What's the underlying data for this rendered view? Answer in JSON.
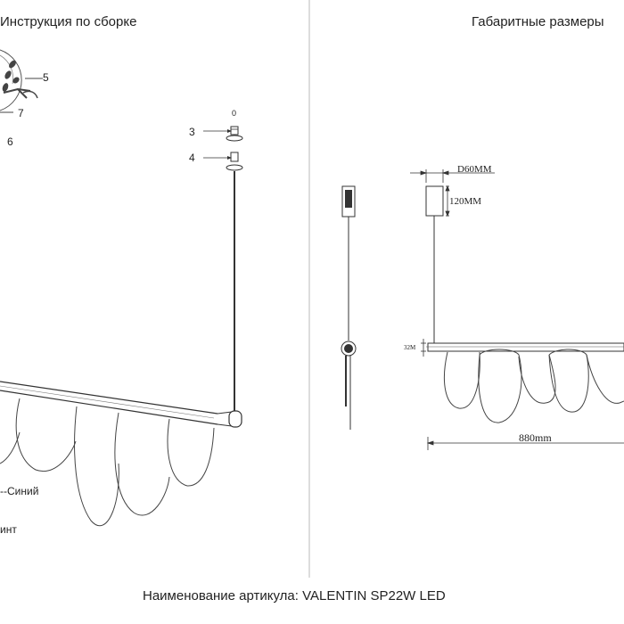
{
  "left_panel": {
    "title": "Инструкция по сборке",
    "parts": [
      "0",
      "3",
      "4",
      "5",
      "6",
      "7"
    ],
    "legend": [
      "--Синий",
      "инт"
    ]
  },
  "right_panel": {
    "title": "Габаритные размеры",
    "dims": {
      "diameter": "D60MM",
      "canopy_height": "120MM",
      "bar_height": "32M",
      "length": "880mm"
    }
  },
  "footer": {
    "product_label": "Наименование артикула: VALENTIN SP22W LED"
  }
}
